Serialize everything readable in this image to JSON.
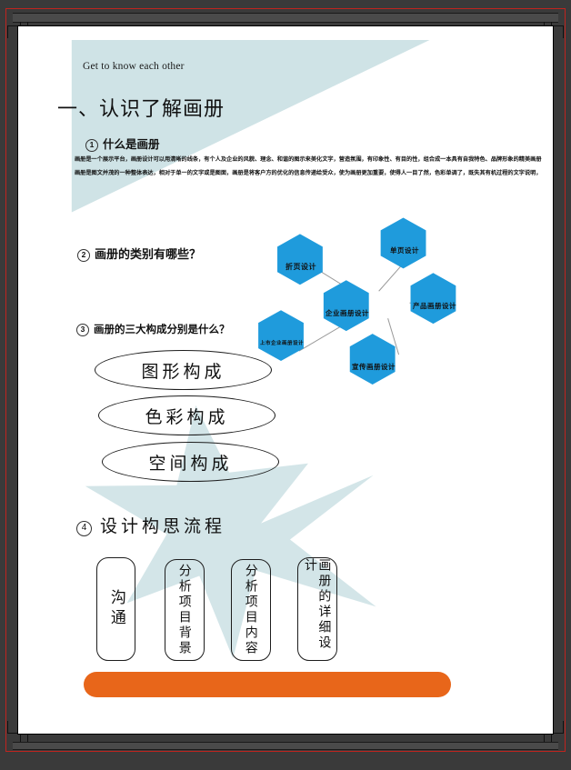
{
  "page": {
    "eyebrow": "Get to know each other",
    "title": "一、认识了解画册",
    "accent_color": "#e8661a",
    "shape_color": "#cfe3e6",
    "hex_color": "#1f9bdc"
  },
  "sections": [
    {
      "num": "1",
      "label": "什么是画册"
    },
    {
      "num": "2",
      "label": "画册的类别有哪些？"
    },
    {
      "num": "3",
      "label": "画册的三大构成分别是什么？"
    },
    {
      "num": "4",
      "label": "设计构思流程"
    }
  ],
  "paragraph": {
    "lines": [
      "画册是一个展示平台，画册设计可以用清晰的线条，有个人及企业的风貌、理念、和谐的图示来美化文字，营造氛围，有印象性、有目的性，组合成一本具有自我特色、品牌形象的精美画册",
      "画册是图文并茂的一种整体表达，相对于单一的文字或是图面，画册是将客户方的优化的信息传递给受众，使为画册更加重要，使得人一目了然，色彩单调了，既失其有机过程的文字说明，"
    ]
  },
  "hexagons": [
    {
      "id": "center",
      "label": "企业画册设计"
    },
    {
      "id": "top",
      "label": "单页设计"
    },
    {
      "id": "topleft",
      "label": "折页设计"
    },
    {
      "id": "right",
      "label": "产品画册设计"
    },
    {
      "id": "bottom",
      "label": "宣传画册设计"
    },
    {
      "id": "bottomleft",
      "label": "上市企业画册设计"
    }
  ],
  "compositions": [
    {
      "label": "图形构成"
    },
    {
      "label": "色彩构成"
    },
    {
      "label": "空间构成"
    }
  ],
  "flow_steps": [
    {
      "label": "沟通"
    },
    {
      "label": "分析项目背景"
    },
    {
      "label": "分析项目内容"
    },
    {
      "label": "画册的详细设计"
    }
  ]
}
